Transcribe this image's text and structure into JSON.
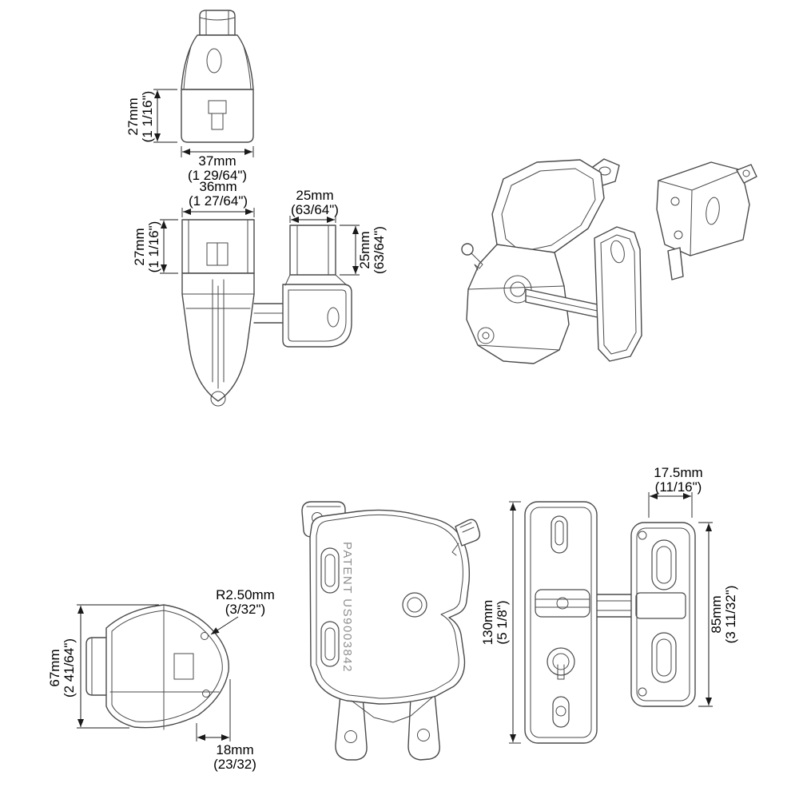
{
  "drawing": {
    "background": "#ffffff",
    "part_line_color": "#4a4a4a",
    "dimension_color": "#1a1a1a",
    "text_color": "#000000"
  },
  "views": {
    "striker_front": {
      "height_mm": "27mm",
      "height_in": "(1 1/16\")",
      "width_mm": "37mm",
      "width_in": "(1 29/64\")"
    },
    "striker_side": {
      "width_mm": "36mm",
      "width_in": "(1 27/64\")",
      "bracket_width_mm": "25mm",
      "bracket_width_in": "(63/64\")",
      "height_mm": "27mm",
      "height_in": "(1 1/16\")",
      "bracket_height_mm": "25mm",
      "bracket_height_in": "(63/64\")"
    },
    "knob_side": {
      "fillet_radius_mm": "R2.50mm",
      "fillet_radius_in": "(3/32\")",
      "height_mm": "67mm",
      "height_in": "(2 41/64\")",
      "width_mm": "18mm",
      "width_in": "(23/32)"
    },
    "latch_front": {
      "patent": "PATENT US9003842"
    },
    "latch_side": {
      "body_height_mm": "130mm",
      "body_height_in": "(5 1/8\")",
      "striker_width_mm": "17.5mm",
      "striker_width_in": "(11/16\")",
      "striker_height_mm": "85mm",
      "striker_height_in": "(3 11/32\")"
    }
  }
}
